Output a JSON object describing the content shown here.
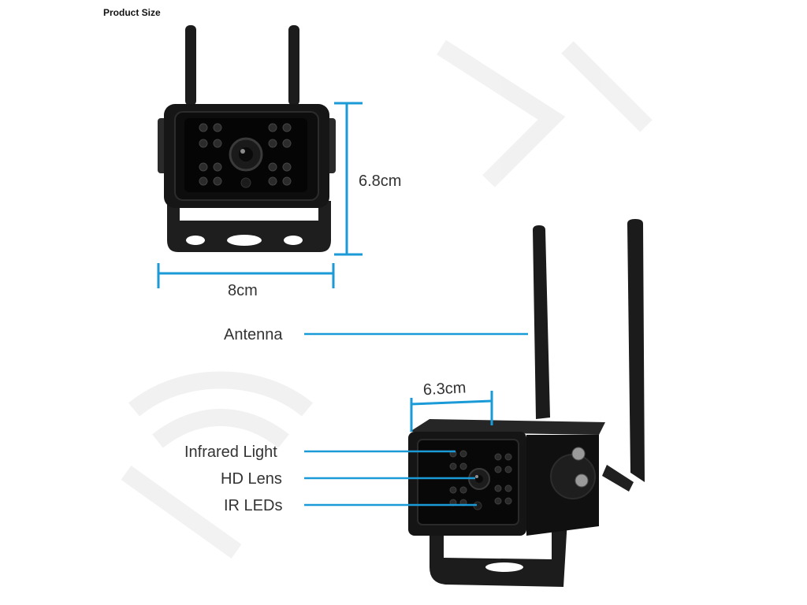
{
  "title": "Product Size",
  "dimensions": {
    "height": "6.8cm",
    "width": "8cm",
    "depth": "6.3cm"
  },
  "callouts": {
    "antenna": "Antenna",
    "infrared_light": "Infrared Light",
    "hd_lens": "HD Lens",
    "ir_leds": "IR LEDs"
  },
  "colors": {
    "dimension_line": "#1a9ad6",
    "camera_body": "#141414",
    "background": "#ffffff"
  }
}
